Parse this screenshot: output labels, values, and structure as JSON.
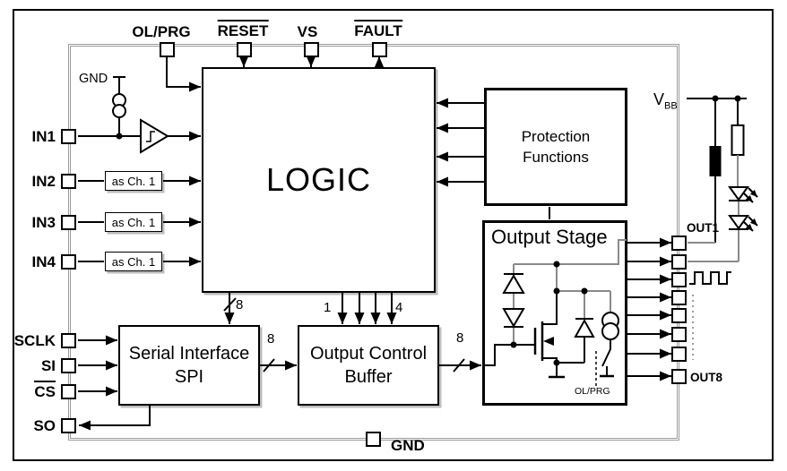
{
  "top_pins": {
    "ol_prg": "OL/PRG",
    "reset": "RESET",
    "vs": "VS",
    "fault": "FAULT"
  },
  "left_pins": {
    "in1": "IN1",
    "in2": "IN2",
    "in3": "IN3",
    "in4": "IN4",
    "sclk": "SCLK",
    "si": "SI",
    "cs": "CS",
    "so": "SO"
  },
  "right_pins": {
    "out1": "OUT1",
    "out8": "OUT8"
  },
  "bottom_pins": {
    "gnd": "GND"
  },
  "blocks": {
    "logic": "LOGIC",
    "protection": {
      "line1": "Protection",
      "line2": "Functions"
    },
    "output_stage": "Output Stage",
    "spi": {
      "line1": "Serial Interface",
      "line2": "SPI"
    },
    "ocb": {
      "line1": "Output Control",
      "line2": "Buffer"
    },
    "channel_ref": "as Ch. 1"
  },
  "labels": {
    "gnd_internal": "GND",
    "vbb": "V",
    "vbb_sub": "BB",
    "ol_prg_switch": "OL/PRG"
  },
  "bus": {
    "eight": "8",
    "one": "1",
    "four": "4"
  },
  "colors": {
    "wire_gray": "#8a8a8a",
    "outline_gray": "#9b9b9b",
    "wire_black": "#000000"
  }
}
